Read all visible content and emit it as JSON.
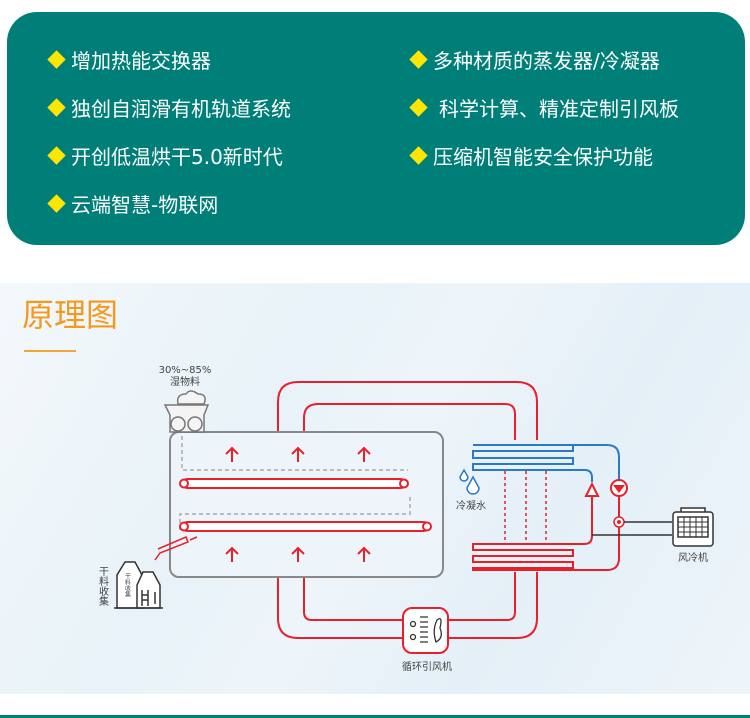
{
  "features": [
    "增加热能交换器",
    "多种材质的蒸发器/冷凝器",
    "独创自润滑有机轨道系统",
    "科学计算、精准定制引风板",
    "开创低温烘干5.0新时代",
    "压缩机智能安全保护功能",
    "云端智慧-物联网"
  ],
  "section_title": "原理图",
  "diagram": {
    "moisture_range": "30%~85%",
    "wet_material": "湿物料",
    "dry_collection": "干料收集",
    "silo_label": "干料收集",
    "condensate": "冷凝水",
    "air_cooler": "风冷机",
    "circulation_fan": "循环引风机"
  },
  "colors": {
    "banner": "#007f78",
    "bullet": "#ffe600",
    "title": "#f39a1e",
    "hot": "#e8202a",
    "cold": "#2a7ac8"
  }
}
